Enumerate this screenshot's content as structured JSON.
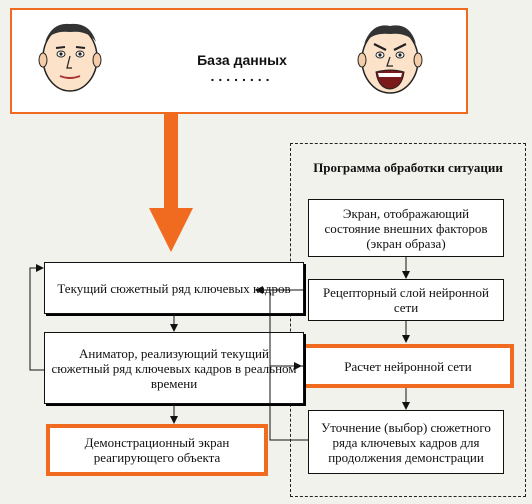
{
  "database": {
    "title": "База данных",
    "dots": "........",
    "faces": [
      "neutral-face",
      "screaming-face"
    ]
  },
  "program": {
    "title": "Программа обработки ситуации",
    "boxes": {
      "screen": "Экран, отображающий состояние внешних факторов (экран образа)",
      "receptor": "Рецепторный слой нейронной сети",
      "calc": "Расчет нейронной сети",
      "refine": "Уточнение (выбор) сюжетного ряда ключевых кадров для продолжения демонстрации"
    }
  },
  "left": {
    "current": "Текущий сюжетный ряд ключевых кадров",
    "animator": "Аниматор, реализующий текущий сюжетный ряд ключевых кадров в реальном времени",
    "demo": "Демонстрационный экран реагирующего объекта"
  },
  "colors": {
    "accent": "#f06a1f",
    "line": "#111111",
    "background": "#f2f2ec"
  }
}
